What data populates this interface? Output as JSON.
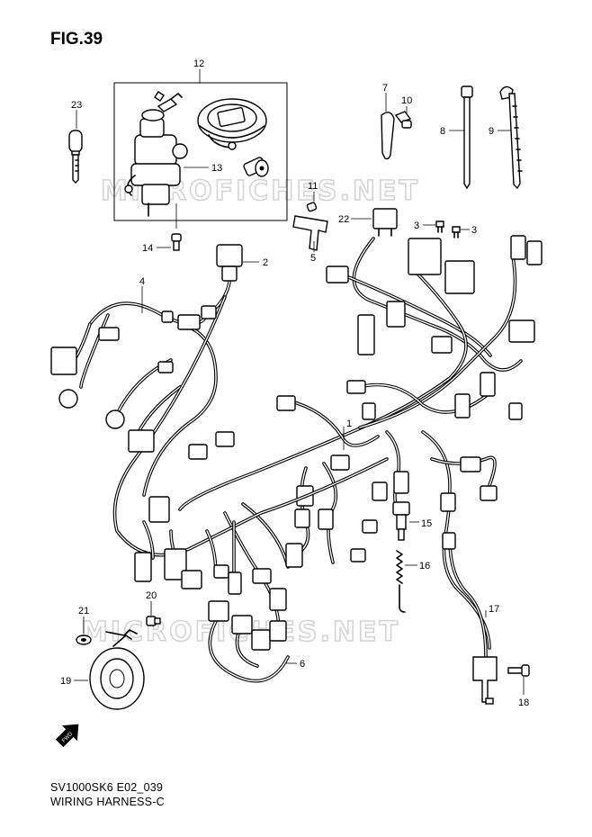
{
  "figure": {
    "title": "FIG.39"
  },
  "watermark": "MICROFICHES.NET",
  "footer": {
    "code": "SV1000SK6 E02_039",
    "name": "WIRING HARNESS-C"
  },
  "direction_arrow": "FWD",
  "callouts": [
    "1",
    "2",
    "3",
    "3",
    "4",
    "5",
    "6",
    "7",
    "8",
    "9",
    "10",
    "11",
    "12",
    "13",
    "14",
    "15",
    "16",
    "17",
    "18",
    "19",
    "20",
    "21",
    "22",
    "23"
  ],
  "parts": [
    {
      "ref": "1",
      "name": "main-wiring-harness"
    },
    {
      "ref": "2",
      "name": "connector"
    },
    {
      "ref": "3",
      "name": "fuse"
    },
    {
      "ref": "4",
      "name": "sub-harness"
    },
    {
      "ref": "5",
      "name": "bracket"
    },
    {
      "ref": "6",
      "name": "horn-lead-harness"
    },
    {
      "ref": "7",
      "name": "clamp"
    },
    {
      "ref": "8",
      "name": "cable-tie"
    },
    {
      "ref": "9",
      "name": "cable-tie"
    },
    {
      "ref": "10",
      "name": "screw"
    },
    {
      "ref": "11",
      "name": "screw"
    },
    {
      "ref": "12",
      "name": "lock-set"
    },
    {
      "ref": "13",
      "name": "seat-lock"
    },
    {
      "ref": "14",
      "name": "bolt"
    },
    {
      "ref": "15",
      "name": "switch"
    },
    {
      "ref": "16",
      "name": "spring"
    },
    {
      "ref": "17",
      "name": "sensor-harness"
    },
    {
      "ref": "18",
      "name": "bolt"
    },
    {
      "ref": "19",
      "name": "horn"
    },
    {
      "ref": "20",
      "name": "bolt"
    },
    {
      "ref": "21",
      "name": "nut"
    },
    {
      "ref": "22",
      "name": "relay"
    },
    {
      "ref": "23",
      "name": "key"
    }
  ]
}
